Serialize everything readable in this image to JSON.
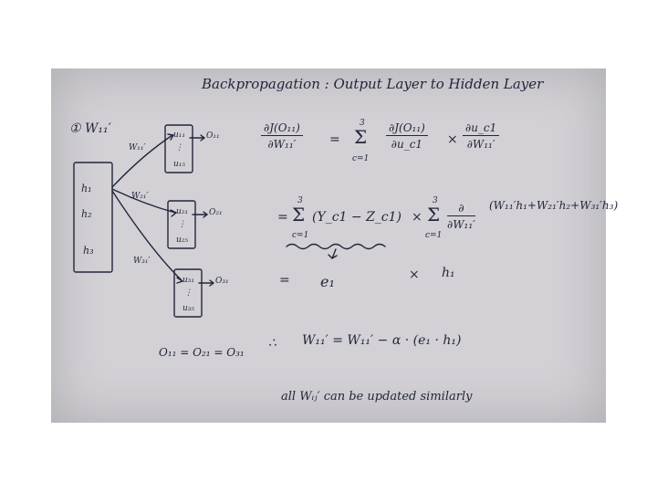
{
  "title": "Backpropagation : Output Layer to Hidden Layer",
  "note_number": "①",
  "note_weight": "W₁₁′",
  "network": {
    "hidden": [
      "h₁",
      "h₂",
      "h₃"
    ],
    "edge_labels": [
      "W₁₁′",
      "W₂₁′",
      "W₃₁′"
    ],
    "output_groups": [
      {
        "top": "u₁₁",
        "bottom": "u₁₅",
        "out": "O₁₁"
      },
      {
        "top": "u₂₁",
        "bottom": "u₂₅",
        "out": "O₂₁"
      },
      {
        "top": "u₃₁",
        "bottom": "u₃₅",
        "out": "O₃₁"
      }
    ],
    "equality": "O₁₁ = O₂₁ = O₃₁"
  },
  "equations": {
    "lhs_num": "∂J(O₁₁)",
    "lhs_den": "∂W₁₁′",
    "eq_sign": "=",
    "sum_top": "3",
    "sum_sigma": "Σ",
    "sum_bottom": "c=1",
    "f1_num": "∂J(O₁₁)",
    "f1_den": "∂u_c1",
    "times": "×",
    "f2_num": "∂u_c1",
    "f2_den": "∂W₁₁′",
    "line2_term": "(Y_c1 − Z_c1)",
    "line2_partial_num": "∂",
    "line2_partial_den": "∂W₁₁′",
    "line2_paren": "(W₁₁′h₁+W₂₁′h₂+W₃₁′h₃)",
    "line3_e": "e₁",
    "line3_h": "h₁",
    "therefore": "∴",
    "update": "W₁₁′ = W₁₁′ − α · (e₁ · h₁)"
  },
  "footer": "all Wᵢⱼ′ can be updated similarly"
}
